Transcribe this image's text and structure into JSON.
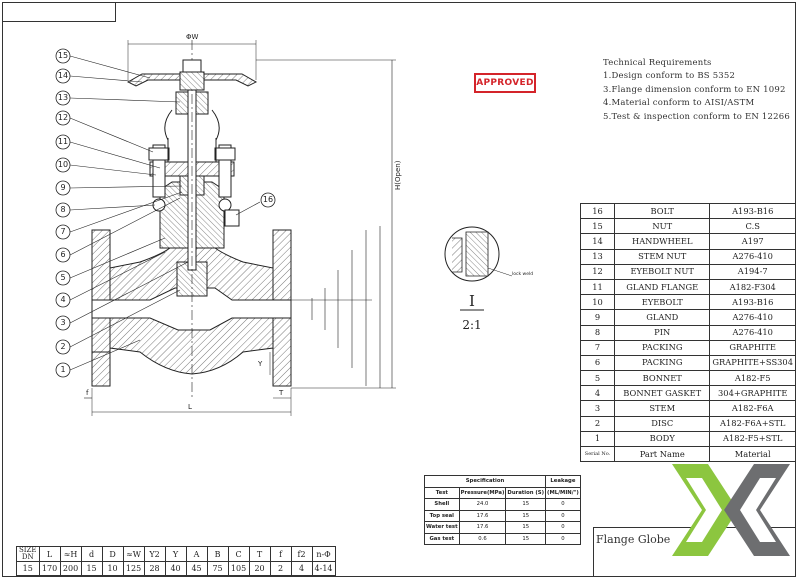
{
  "approved_stamp": "APPROVED",
  "technical_requirements": {
    "title": "Technical Requirements",
    "items": [
      "1.Design conform to BS 5352",
      "3.Flange dimension conform to EN 1092",
      "4.Material conform to AISI/ASTM",
      "5.Test & inspection conform to EN 12266"
    ]
  },
  "parts_list": {
    "rows": [
      {
        "no": "16",
        "name": "BOLT",
        "material": "A193-B16"
      },
      {
        "no": "15",
        "name": "NUT",
        "material": "C.S"
      },
      {
        "no": "14",
        "name": "HANDWHEEL",
        "material": "A197"
      },
      {
        "no": "13",
        "name": "STEM NUT",
        "material": "A276-410"
      },
      {
        "no": "12",
        "name": "EYEBOLT NUT",
        "material": "A194-7"
      },
      {
        "no": "11",
        "name": "GLAND FLANGE",
        "material": "A182-F304"
      },
      {
        "no": "10",
        "name": "EYEBOLT",
        "material": "A193-B16"
      },
      {
        "no": "9",
        "name": "GLAND",
        "material": "A276-410"
      },
      {
        "no": "8",
        "name": "PIN",
        "material": "A276-410"
      },
      {
        "no": "7",
        "name": "PACKING",
        "material": "GRAPHITE"
      },
      {
        "no": "6",
        "name": "PACKING",
        "material": "GRAPHITE+SS304"
      },
      {
        "no": "5",
        "name": "BONNET",
        "material": "A182-F5"
      },
      {
        "no": "4",
        "name": "BONNET GASKET",
        "material": "304+GRAPHITE"
      },
      {
        "no": "3",
        "name": "STEM",
        "material": "A182-F6A"
      },
      {
        "no": "2",
        "name": "DISC",
        "material": "A182-F6A+STL"
      },
      {
        "no": "1",
        "name": "BODY",
        "material": "A182-F5+STL"
      }
    ],
    "footer": {
      "no": "Serial No.",
      "name": "Part Name",
      "material": "Material"
    }
  },
  "spec_table": {
    "header": {
      "specification": "Specification",
      "leakage": "Leakage"
    },
    "subheader": {
      "test": "Test",
      "pressure": "Pressure(MPa)",
      "duration": "Duration (S)",
      "leak_unit": "(ML/MIN/\")"
    },
    "rows": [
      {
        "test": "Shell",
        "pressure": "24.0",
        "duration": "15",
        "leakage": "0"
      },
      {
        "test": "Top seal",
        "pressure": "17.6",
        "duration": "15",
        "leakage": "0"
      },
      {
        "test": "Water test",
        "pressure": "17.6",
        "duration": "15",
        "leakage": "0"
      },
      {
        "test": "Gas test",
        "pressure": "0.6",
        "duration": "15",
        "leakage": "0"
      }
    ]
  },
  "dimension_table": {
    "headers": [
      "L",
      "≈H",
      "d",
      "D",
      "≈W",
      "Y2",
      "Y",
      "A",
      "B",
      "C",
      "T",
      "f",
      "f2",
      "n-Φ"
    ],
    "size_label_top": "SIZE",
    "size_label_bottom": "DN",
    "size": "15",
    "values": [
      "170",
      "200",
      "15",
      "10",
      "125",
      "28",
      "40",
      "45",
      "75",
      "105",
      "20",
      "2",
      "4",
      "4-14"
    ]
  },
  "product_name": "Flange Globe",
  "drawing_labels": {
    "detail_label": "I",
    "detail_scale": "2:1",
    "lock_weld": "lock weld",
    "w_dim": "ΦW",
    "h_dim": "H(Open)",
    "l_dim": "L",
    "t_dim": "T",
    "f_dim": "f",
    "y_dim": "Y",
    "bubbles": [
      "15",
      "14",
      "13",
      "12",
      "11",
      "10",
      "9",
      "8",
      "7",
      "6",
      "5",
      "4",
      "3",
      "2",
      "1",
      "16"
    ]
  },
  "colors": {
    "stamp": "#d4242a",
    "logo_green": "#8cc63f",
    "logo_gray": "#6d6e70"
  }
}
